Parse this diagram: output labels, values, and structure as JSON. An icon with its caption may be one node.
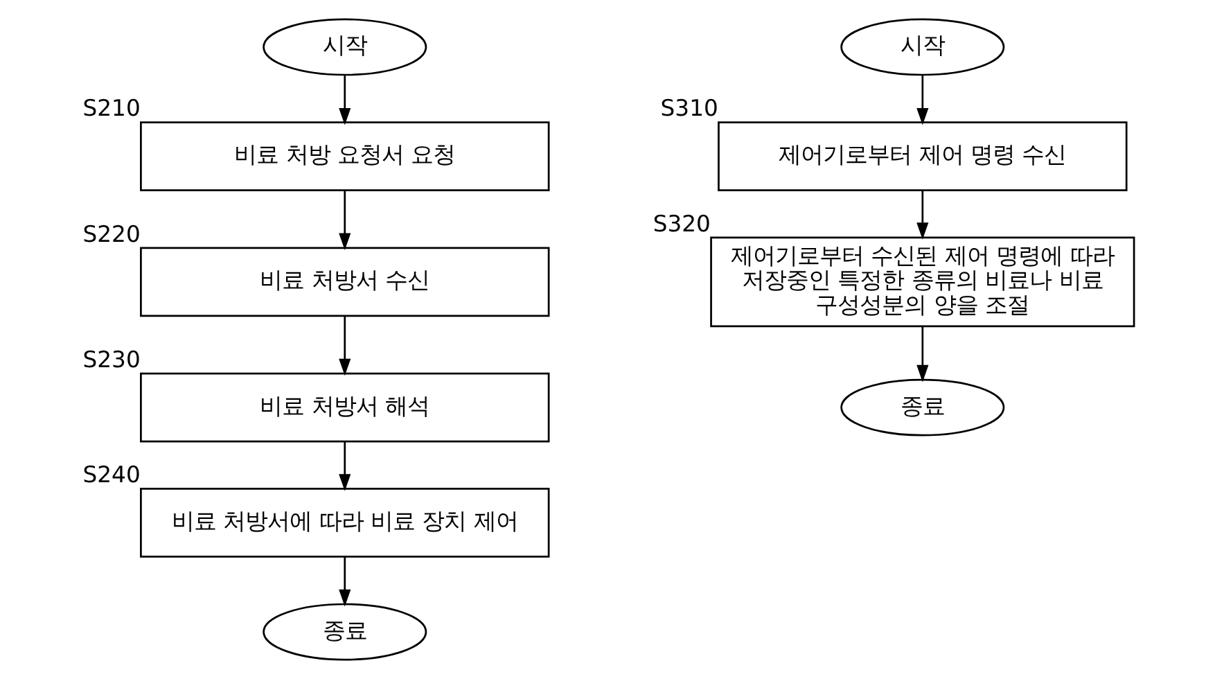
{
  "diagram": {
    "nodes": [
      {
        "text": [
          "시작"
        ]
      },
      {
        "text": [
          "비료 처방 요청서 요청"
        ],
        "beside": [
          "S210"
        ]
      },
      {
        "text": [
          "비료 처방서 수신"
        ],
        "beside": [
          "S220"
        ]
      },
      {
        "text": [
          "비료 처방서 해석"
        ],
        "beside": [
          "S230"
        ]
      },
      {
        "text": [
          "비료 처방서에 따라 비료 장치 제어"
        ],
        "beside": [
          "S240"
        ]
      },
      {
        "text": [
          "종료"
        ]
      },
      {
        "text": [
          "시작"
        ]
      },
      {
        "text": [
          "제어기로부터 제어 명령 수신"
        ],
        "beside": [
          "S310"
        ]
      },
      {
        "text": [
          "제어기로부터 수신된 제어 명령에 따라 저장중인 특정한 종류의 비료나 비료 구성성분의 양을 조절"
        ],
        "beside": [
          "S320"
        ]
      },
      {
        "text": [
          "종료"
        ]
      }
    ],
    "edges": [
      {
        "from": 0,
        "to": 1,
        "arrow": "to"
      },
      {
        "from": 1,
        "to": 2,
        "arrow": "to"
      },
      {
        "from": 2,
        "to": 3,
        "arrow": "to"
      },
      {
        "from": 3,
        "to": 4,
        "arrow": "to"
      },
      {
        "from": 4,
        "to": 5,
        "arrow": "to"
      },
      {
        "from": 6,
        "to": 7,
        "arrow": "to"
      },
      {
        "from": 7,
        "to": 8,
        "arrow": "to"
      },
      {
        "from": 8,
        "to": 9,
        "arrow": "to"
      }
    ]
  }
}
